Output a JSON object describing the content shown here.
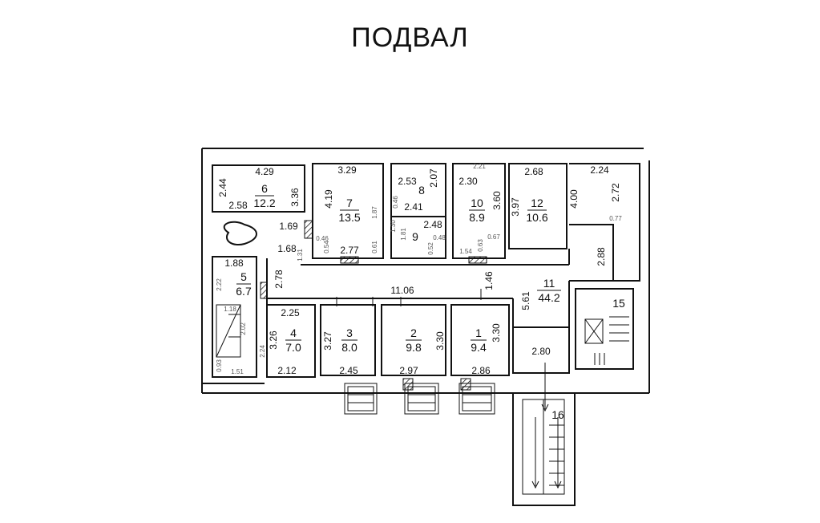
{
  "title": "ПОДВАЛ",
  "rooms": [
    {
      "number": "6",
      "area": "12.2"
    },
    {
      "number": "7",
      "area": "13.5"
    },
    {
      "number": "8",
      "area": ""
    },
    {
      "number": "9",
      "area": ""
    },
    {
      "number": "10",
      "area": "8.9"
    },
    {
      "number": "12",
      "area": "10.6"
    },
    {
      "number": "5",
      "area": "6.7"
    },
    {
      "number": "11",
      "area": "44.2"
    },
    {
      "number": "4",
      "area": "7.0"
    },
    {
      "number": "3",
      "area": "8.0"
    },
    {
      "number": "2",
      "area": "9.8"
    },
    {
      "number": "1",
      "area": "9.4"
    },
    {
      "number": "15",
      "area": ""
    },
    {
      "number": "16",
      "area": ""
    }
  ],
  "dimensions": [
    "4.29",
    "2.44",
    "3.36",
    "2.58",
    "3.29",
    "4.19",
    "2.77",
    "2.53",
    "2.07",
    "2.41",
    "2.48",
    "2.21",
    "2.30",
    "3.60",
    "2.68",
    "3.97",
    "4.00",
    "2.24",
    "2.72",
    "1.69",
    "1.68",
    "2.88",
    "1.88",
    "2.22",
    "2.78",
    "11.06",
    "1.46",
    "5.61",
    "2.25",
    "3.26",
    "2.12",
    "3.27",
    "2.45",
    "2.97",
    "3.30",
    "2.86",
    "3.30",
    "2.80",
    "1.51",
    "0.93",
    "1.18",
    "2.02",
    "2.24"
  ],
  "small_dims": [
    "0.46",
    "0.54",
    "0.61",
    "1.87",
    "1.30",
    "1.81",
    "0.46",
    "0.52",
    "0.48",
    "1.54",
    "0.63",
    "0.67",
    "0.77",
    "1.31"
  ]
}
